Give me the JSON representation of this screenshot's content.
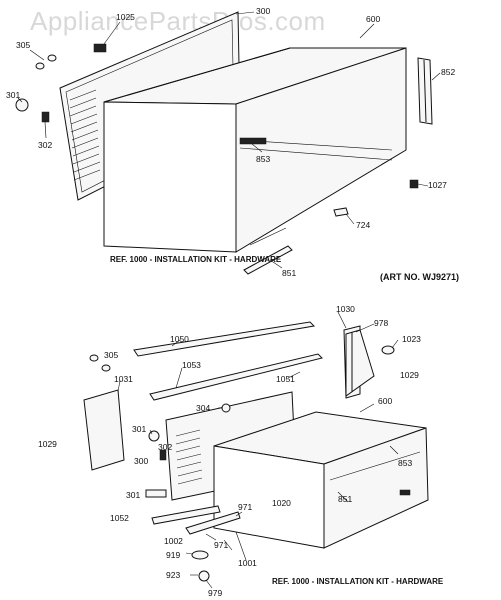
{
  "watermark": "AppliancePartsPros.com",
  "top": {
    "caption": "REF. 1000 - INSTALLATION KIT - HARDWARE",
    "art_no": "(ART NO. WJ9271)",
    "labels": {
      "p1025": "1025",
      "p300": "300",
      "p600": "600",
      "p305": "305",
      "p852": "852",
      "p301": "301",
      "p302": "302",
      "p853": "853",
      "p1027": "1027",
      "p724": "724",
      "p851": "851"
    }
  },
  "bottom": {
    "caption": "REF. 1000 - INSTALLATION KIT - HARDWARE",
    "labels": {
      "p1030": "1030",
      "p978": "978",
      "p1050": "1050",
      "p1023": "1023",
      "p305": "305",
      "p1053": "1053",
      "p1031": "1031",
      "p1029a": "1029",
      "p1051": "1051",
      "p304": "304",
      "p600": "600",
      "p301a": "301",
      "p302": "302",
      "p1029b": "1029",
      "p300": "300",
      "p853": "853",
      "p301b": "301",
      "p1020": "1020",
      "p851": "851",
      "p971a": "971",
      "p1052": "1052",
      "p1002": "1002",
      "p971b": "971",
      "p1001": "1001",
      "p919": "919",
      "p923": "923",
      "p979": "979"
    }
  }
}
